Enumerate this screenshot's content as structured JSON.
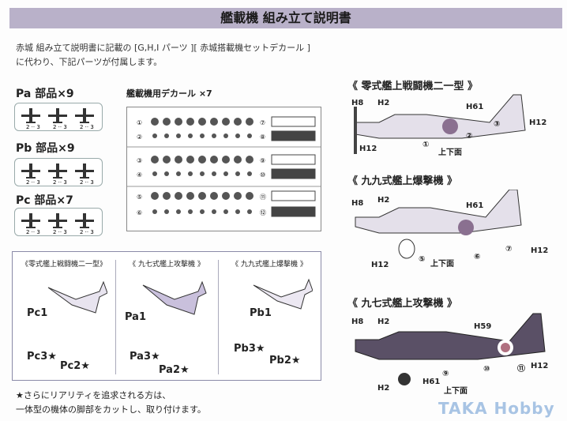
{
  "header": {
    "title": "艦載機 組み立て説明書"
  },
  "intro": {
    "line1": "赤城 組み立て説明書に記載の [G,H,I パーツ ][ 赤城搭載機セットデカール ]",
    "line2": "に代わり、下記パーツが付属します。"
  },
  "parts": [
    {
      "label": "Pa 部品×9",
      "nums": "2 ·· 3"
    },
    {
      "label": "Pb 部品×9",
      "nums": "2 ·· 3"
    },
    {
      "label": "Pc 部品×7",
      "nums": "2 ·· 3"
    }
  ],
  "decal": {
    "title": "艦載機用デカール ×7",
    "marks": [
      "①",
      "②",
      "③",
      "④",
      "⑤",
      "⑥",
      "⑦",
      "⑧",
      "⑨",
      "⑩",
      "⑪",
      "⑫"
    ]
  },
  "assembly": [
    {
      "title": "《零式艦上戦闘機二一型》",
      "p1": "Pc1",
      "p3": "Pc3★",
      "p2": "Pc2★"
    },
    {
      "title": "《 九七式艦上攻撃機 》",
      "p1": "Pa1",
      "p3": "Pa3★",
      "p2": "Pa2★"
    },
    {
      "title": "《 九九式艦上爆撃機 》",
      "p1": "Pb1",
      "p3": "Pb3★",
      "p2": "Pb2★"
    }
  ],
  "note": {
    "line1": "★さらにリアリティを追求される方は、",
    "line2": "一体型の機体の脚部をカットし、取り付けます。"
  },
  "profiles": [
    {
      "title": "《 零式艦上戦闘機二一型 》",
      "calls": [
        "H8",
        "H2",
        "H61",
        "H12",
        "H12",
        "①",
        "②",
        "③",
        "上下面"
      ]
    },
    {
      "title": "《 九九式艦上爆撃機 》",
      "calls": [
        "H8",
        "H2",
        "H61",
        "H12",
        "H12",
        "⑤",
        "⑥",
        "⑦",
        "上下面"
      ]
    },
    {
      "title": "《 九七式艦上攻撃機 》",
      "calls": [
        "H8",
        "H2",
        "H59",
        "H12",
        "H2",
        "H61",
        "⑨",
        "⑩",
        "⑪",
        "上下面"
      ]
    }
  ],
  "watermark": "TAKA Hobby"
}
